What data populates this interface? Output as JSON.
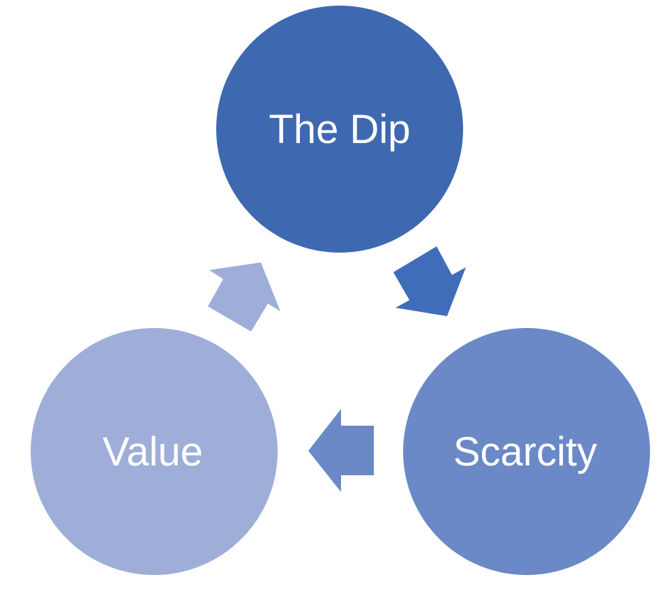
{
  "diagram": {
    "type": "cycle",
    "nodes": [
      {
        "id": "dip",
        "label": "The Dip",
        "color": "#3e69b0"
      },
      {
        "id": "scarcity",
        "label": "Scarcity",
        "color": "#6a89c6"
      },
      {
        "id": "value",
        "label": "Value",
        "color": "#9eaed8"
      }
    ],
    "arrows": [
      {
        "from": "dip",
        "to": "scarcity",
        "color": "#3f6db9"
      },
      {
        "from": "scarcity",
        "to": "value",
        "color": "#6a89c6"
      },
      {
        "from": "value",
        "to": "dip",
        "color": "#9eaed8"
      }
    ]
  }
}
